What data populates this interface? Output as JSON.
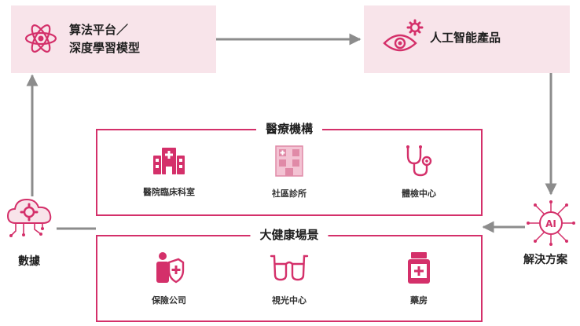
{
  "top_left": {
    "line1": "算法平台／",
    "line2": "深度學習模型",
    "icon": "atom-icon"
  },
  "top_right": {
    "label": "人工智能產品",
    "icon": "eye-gear-icon"
  },
  "medical": {
    "title": "醫療機構",
    "items": [
      {
        "label": "醫院臨床科室",
        "icon": "hospital-building-icon"
      },
      {
        "label": "社區診所",
        "icon": "clinic-building-icon"
      },
      {
        "label": "體檢中心",
        "icon": "stethoscope-icon"
      }
    ]
  },
  "health": {
    "title": "大健康場景",
    "items": [
      {
        "label": "保險公司",
        "icon": "person-shield-icon"
      },
      {
        "label": "視光中心",
        "icon": "glasses-icon"
      },
      {
        "label": "藥房",
        "icon": "medicine-bottle-icon"
      }
    ]
  },
  "data_node": {
    "label": "數據",
    "icon": "cloud-gear-icon"
  },
  "solution_node": {
    "label": "解決方案",
    "icon": "ai-chip-icon",
    "chip_text": "AI"
  },
  "colors": {
    "accent": "#d4306a",
    "box_fill": "#f8e4ea",
    "arrow": "#8c8c8c"
  }
}
